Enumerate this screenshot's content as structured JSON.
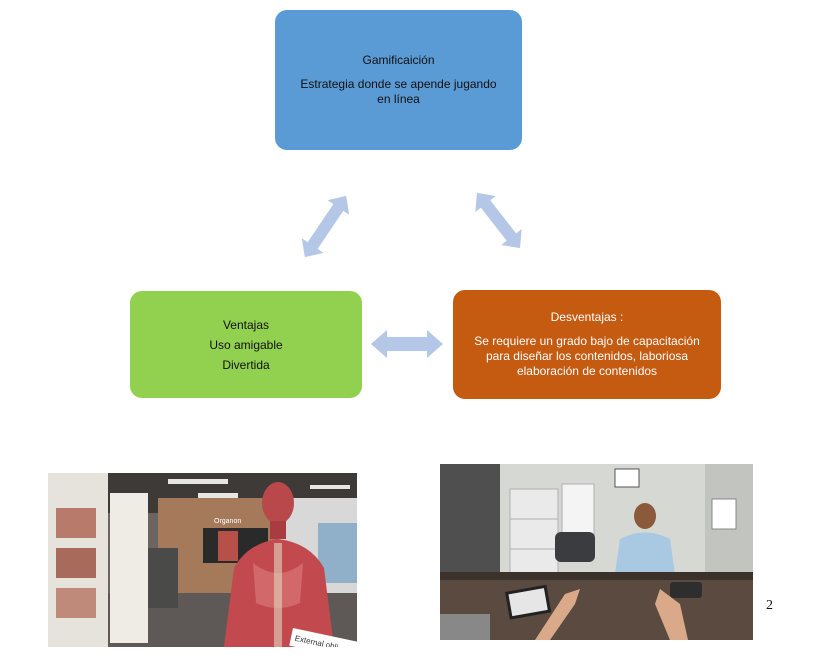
{
  "diagram": {
    "top": {
      "title": "Gamificaición",
      "line1": "Estrategia  donde se apende jugando",
      "line2": "en línea"
    },
    "left": {
      "line1": "Ventajas",
      "line2": "Uso amigable",
      "line3": "Divertida"
    },
    "right": {
      "title": "Desventajas :",
      "line1": "Se requiere un grado bajo de capacitación",
      "line2": "para diseñar los contenidos, laboriosa",
      "line3": "elaboración de contenidos"
    },
    "colors": {
      "top": "#5b9bd5",
      "left": "#92d050",
      "right": "#c55a11",
      "arrow": "#b4c7e7"
    }
  },
  "images": {
    "left_label": "External obli",
    "left_logo": "Organon"
  },
  "page_number": "2"
}
